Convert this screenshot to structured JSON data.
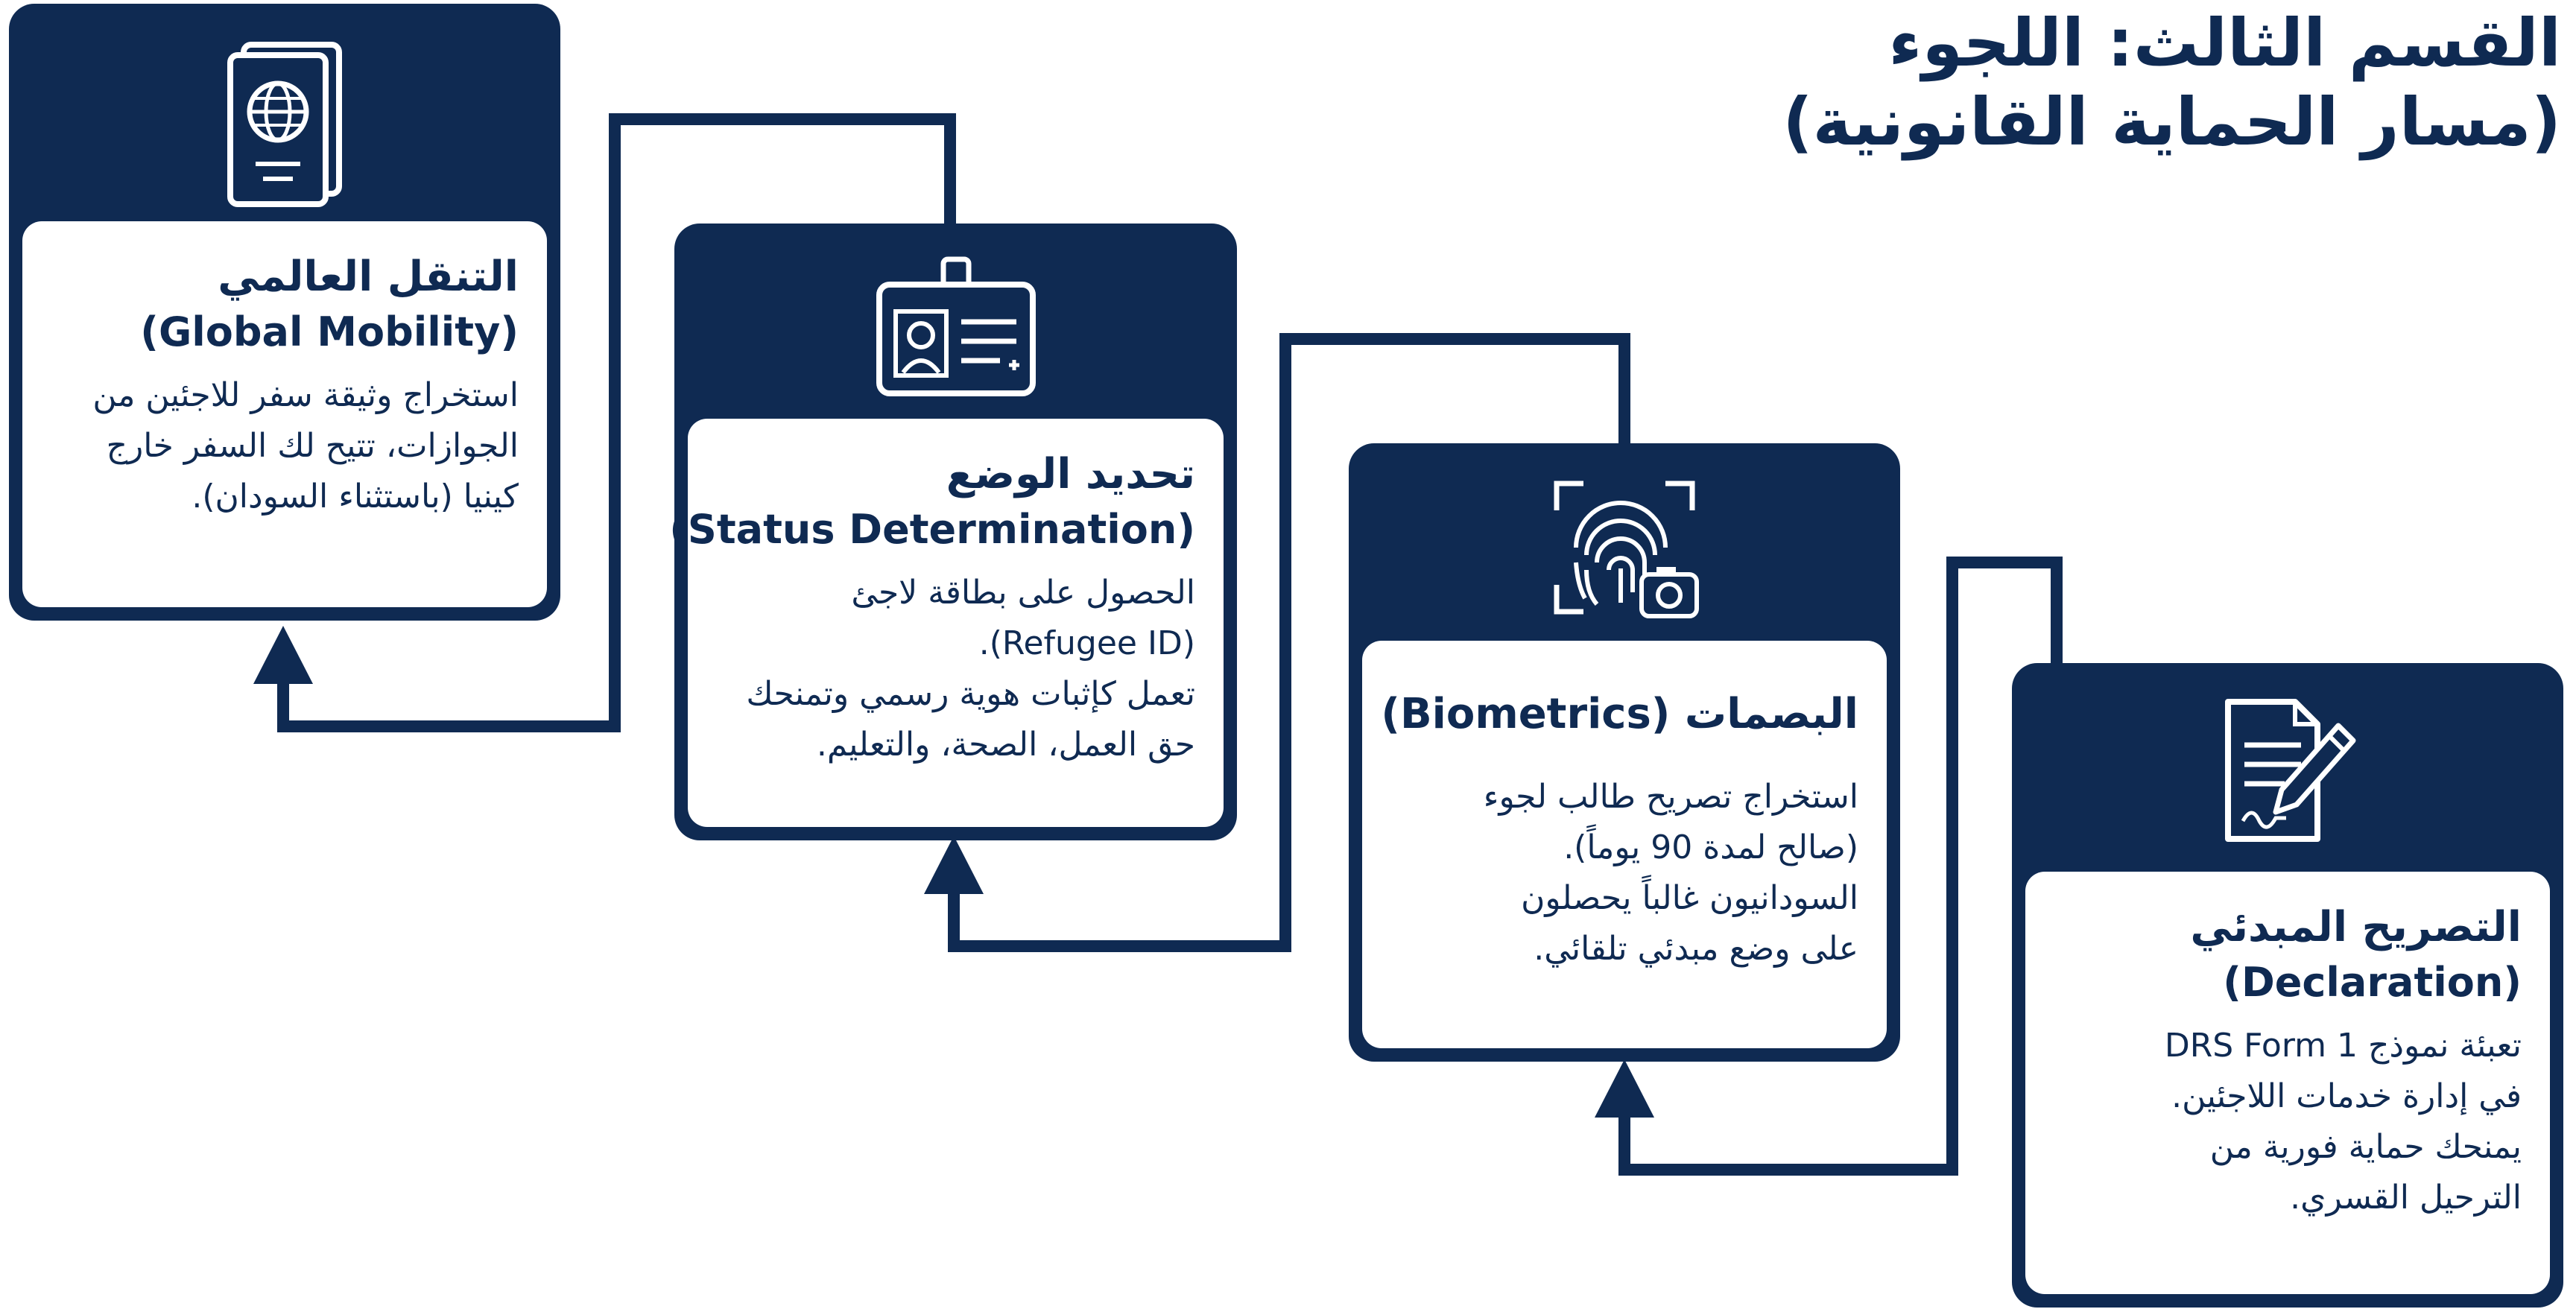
{
  "header": {
    "line1": "القسم الثالث: اللجوء",
    "line2": "(مسار الحماية القانونية)"
  },
  "colors": {
    "navy": "#0f2a52",
    "white": "#ffffff"
  },
  "steps": [
    {
      "icon": "passport-icon",
      "title_ar": "التنقل العالمي",
      "title_en": "(Global Mobility)",
      "body": [
        "استخراج وثيقة سفر للاجئين من",
        "الجوازات، تتيح لك السفر خارج",
        "كينيا (باستثناء السودان)."
      ]
    },
    {
      "icon": "id-card-icon",
      "title_ar": "تحديد الوضع",
      "title_en": "(Status Determination)",
      "body": [
        "الحصول على بطاقة لاجئ",
        "(Refugee ID).",
        "تعمل كإثبات هوية رسمي وتمنحك",
        "حق العمل، الصحة، والتعليم."
      ]
    },
    {
      "icon": "fingerprint-camera-icon",
      "title": "البصمات (Biometrics)",
      "body": [
        "استخراج تصريح طالب لجوء",
        "(صالح لمدة 90 يوماً).",
        "السودانيون غالباً يحصلون",
        "على وضع مبدئي تلقائي."
      ]
    },
    {
      "icon": "document-pen-icon",
      "title_ar": "التصريح المبدئي",
      "title_en": "(Declaration)",
      "body": [
        "تعبئة نموذج DRS Form 1",
        "في إدارة خدمات اللاجئين.",
        "يمنحك حماية فورية من",
        "الترحيل القسري."
      ]
    }
  ]
}
